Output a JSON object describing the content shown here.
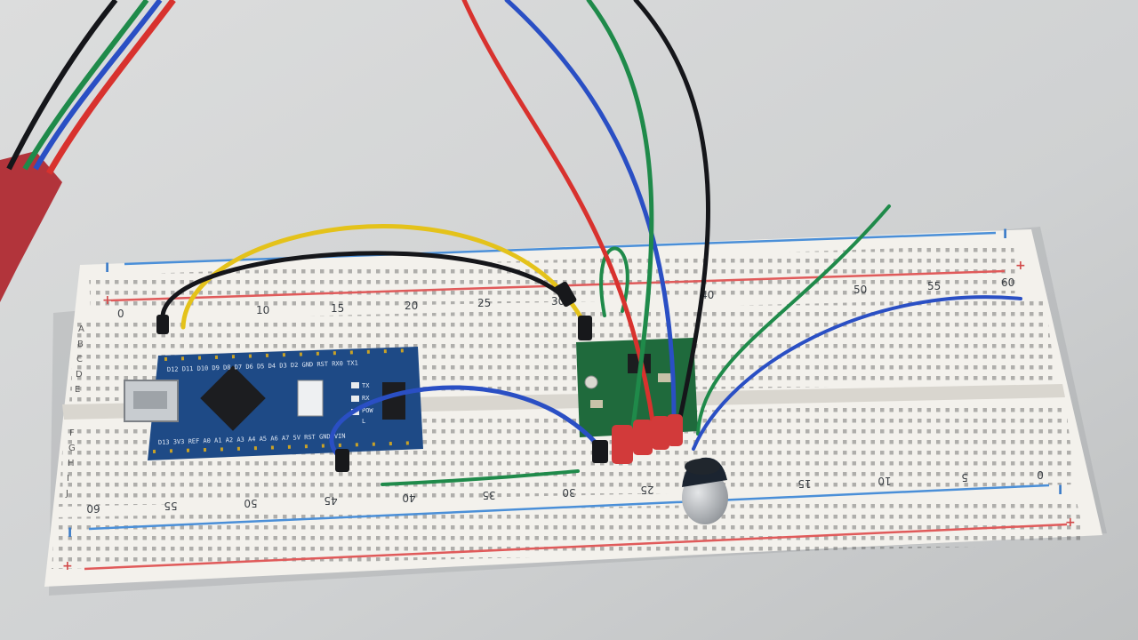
{
  "colors": {
    "wall": "#d3d5d6",
    "board": "#f3f1ec",
    "rail_red": "#e05a5a",
    "rail_blue": "#4a8fd8",
    "wire_red": "#d8322e",
    "wire_blue": "#2a4fc4",
    "wire_green": "#1f8a4a",
    "wire_black": "#15161a",
    "wire_yellow": "#e4c21a",
    "nano_pcb": "#1e4a86",
    "driver_pcb": "#1f6a3c"
  },
  "icons": {
    "rail_plus": "plus-sign",
    "rail_minus": "minus-sign"
  },
  "rails": {
    "plus_sign": "+",
    "minus_sign": "I"
  },
  "top_half": {
    "column_numbers": [
      "0",
      "10",
      "15",
      "20",
      "25",
      "30",
      "40",
      "50",
      "55",
      "60"
    ],
    "row_letters": [
      "A",
      "B",
      "C",
      "D",
      "E"
    ]
  },
  "bottom_half": {
    "column_numbers": [
      "60",
      "55",
      "50",
      "45",
      "40",
      "35",
      "30",
      "25",
      "15",
      "10",
      "5",
      "0"
    ],
    "row_letters": [
      "F",
      "G",
      "H",
      "I",
      "J"
    ]
  },
  "nano": {
    "pin_labels_top": "D12 D11 D10 D9 D8 D7 D6 D5 D4 D3 D2 GND RST RX0 TX1",
    "pin_labels_bottom": "D13 3V3 REF A0 A1 A2 A3 A4 A5 A6 A7 5V RST GND VIN",
    "led_labels": [
      "TX",
      "RX",
      "POW",
      "L"
    ]
  }
}
